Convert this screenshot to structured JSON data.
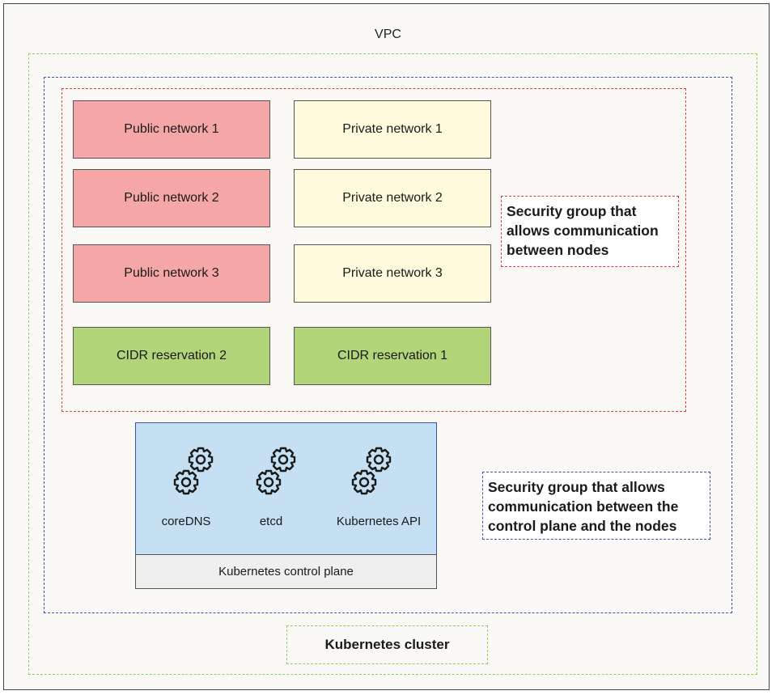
{
  "vpc": {
    "label": "VPC"
  },
  "public_networks": [
    {
      "label": "Public network 1"
    },
    {
      "label": "Public network 2"
    },
    {
      "label": "Public network 3"
    }
  ],
  "private_networks": [
    {
      "label": "Private network 1"
    },
    {
      "label": "Private network 2"
    },
    {
      "label": "Private network 3"
    }
  ],
  "cidr_reservations": [
    {
      "label": "CIDR reservation 2"
    },
    {
      "label": "CIDR reservation 1"
    }
  ],
  "node_security_group": {
    "lines": [
      "Security group that",
      "allows communication",
      "between nodes"
    ]
  },
  "control_plane": {
    "components": [
      {
        "label": "coreDNS",
        "icon": "gears-icon"
      },
      {
        "label": "etcd",
        "icon": "gears-icon"
      },
      {
        "label": "Kubernetes API",
        "icon": "gears-icon"
      }
    ],
    "label": "Kubernetes control plane"
  },
  "control_plane_security_group": {
    "lines": [
      "Security group that allows",
      "communication between the",
      "control plane and the nodes"
    ]
  },
  "cluster": {
    "label": "Kubernetes cluster"
  },
  "colors": {
    "public": "#f5a7a7",
    "private": "#fdfbdc",
    "cidr": "#b2d57a",
    "control_plane": "#c4e0f2",
    "vpc_border": "#8fd15a",
    "cluster_border": "#3a55a4",
    "node_sg_border": "#e03a3a"
  }
}
